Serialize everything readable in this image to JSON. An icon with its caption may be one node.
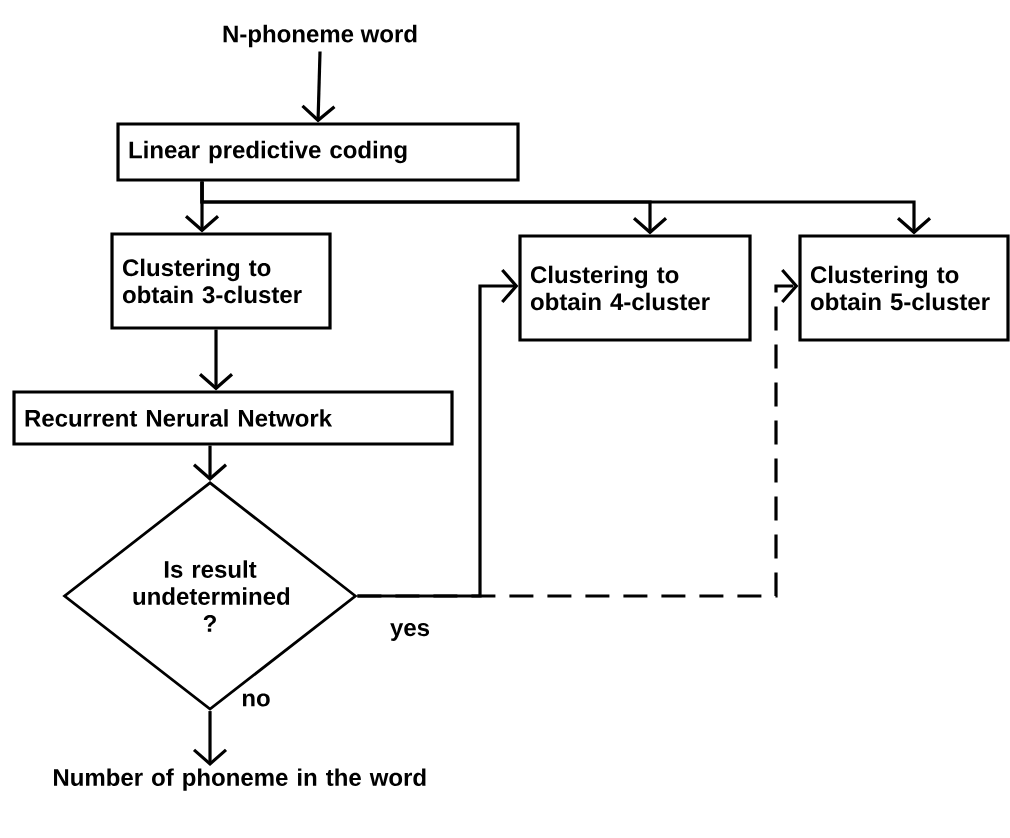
{
  "diagram": {
    "nodes": [
      {
        "text": [
          "N-phoneme word"
        ]
      },
      {
        "text": [
          "Linear predictive coding"
        ]
      },
      {
        "text": [
          "Clustering to obtain 3-cluster"
        ]
      },
      {
        "text": [
          "Clustering to obtain 4-cluster"
        ]
      },
      {
        "text": [
          "Clustering to obtain 5-cluster"
        ]
      },
      {
        "text": [
          "Recurrent Nerural Network"
        ]
      },
      {
        "text": [
          "Is result undetermined ?"
        ]
      },
      {
        "text": [
          "Number of phoneme in the word"
        ]
      }
    ],
    "edges": [
      {
        "from": 0,
        "to": 1,
        "arrow": "to"
      },
      {
        "from": 1,
        "to": 2,
        "arrow": "to"
      },
      {
        "from": 1,
        "to": 3,
        "arrow": "to"
      },
      {
        "from": 1,
        "to": 4,
        "arrow": "to"
      },
      {
        "from": 2,
        "to": 5,
        "arrow": "to"
      },
      {
        "from": 5,
        "to": 6,
        "arrow": "to"
      },
      {
        "from": 6,
        "to": 3,
        "arrow": "to",
        "label": "yes"
      },
      {
        "from": 6,
        "to": 4,
        "arrow": "to",
        "style": "dashed"
      },
      {
        "from": 6,
        "to": 7,
        "arrow": "to",
        "label": "no"
      }
    ]
  }
}
